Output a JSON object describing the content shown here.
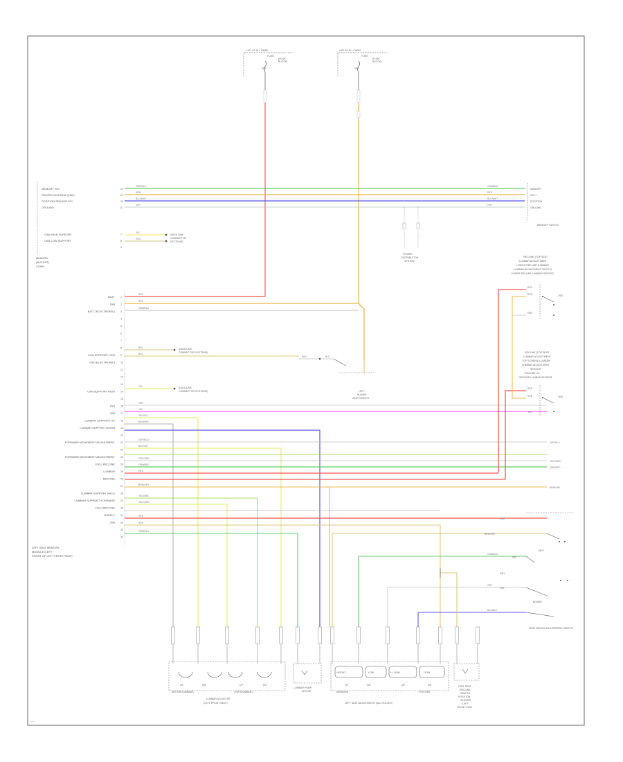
{
  "diagram": {
    "footer_code": "------",
    "fuse_boxes": [
      {
        "lines": [
          "HOT AT ALL TIMES",
          "FUSE",
          "(FUSE",
          "BLOCK)",
          "20A"
        ]
      },
      {
        "lines": [
          "HOT AT ALL TIMES",
          "FUSE",
          "(FUSE",
          "BLOCK)",
          "15A"
        ]
      }
    ],
    "memory_block": {
      "label_lines": [
        "MEMORY",
        "(BUCKET)",
        "CONN"
      ],
      "rows": [
        "MEMORY SIG",
        "DRIVER DATA BUS (CAN)",
        "POSITION SENSOR SIG",
        "GROUND"
      ],
      "pins": [
        "22",
        "23",
        "24",
        "5"
      ],
      "can_rows": [
        "CAN HIGH SUPPORT",
        "CAN LOW SUPPORT"
      ],
      "can_pins": [
        "7",
        "8",
        "9"
      ],
      "can_wires": [
        "YEL",
        "RED"
      ],
      "can_dest": [
        "(DATA LINK",
        "CONNECTOR",
        "SYSTEMS)"
      ]
    },
    "memory_wires": [
      "GRN/BLU",
      "RED",
      "BLU/WHT",
      "GRY"
    ],
    "memory_switch": {
      "name": "MEMORY SWITCH",
      "pins": [
        "MEMORY",
        "SIG 1",
        "POSITION",
        "GROUND"
      ]
    },
    "ground_label": [
      "POWER",
      "DISTRIBUTION",
      "SYSTEM"
    ],
    "module": {
      "name_lines": [
        "LEFT SEAT MEMORY",
        "MODULE (LEFT",
        "FRONT OF LEFT FRONT SEAT)"
      ],
      "pin_numbers": [
        "1",
        "2",
        "3",
        "4",
        "5",
        "6",
        "7",
        "8",
        "9",
        "10",
        "11",
        "12",
        "13",
        "14",
        "15",
        "16",
        "17",
        "18",
        "19",
        "20",
        "21",
        "22",
        "23",
        "24",
        "25",
        "26",
        "27",
        "28",
        "29",
        "30",
        "31",
        "32",
        "33",
        "34"
      ],
      "labels": [
        {
          "text": "BATT",
          "pin": 1
        },
        {
          "text": "IGN",
          "pin": 2
        },
        {
          "text": "BATT (ELECTRONIC)",
          "pin": 3
        },
        {
          "text": "CAN SUPPORT LOW",
          "pin": 9
        },
        {
          "text": "IGN (ELECTRONIC)",
          "pin": 10
        },
        {
          "text": "CAN SUPPORT HIGH",
          "pin": 14
        },
        {
          "text": "IGN",
          "pin": 16
        },
        {
          "text": "IGN",
          "pin": 17
        },
        {
          "text": "LUMBAR SUPPORT UP",
          "pin": 18
        },
        {
          "text": "LUMBAR SUPPORT DOWN",
          "pin": 19
        },
        {
          "text": "FORWARD MOVEMENT ADJUSTMENT",
          "pin": 21
        },
        {
          "text": "FORWARD MOVEMENT ADJUSTMENT",
          "pin": 23
        },
        {
          "text": "FULL RECLINE",
          "pin": 24
        },
        {
          "text": "LUMBAR",
          "pin": 25
        },
        {
          "text": "RECLINE",
          "pin": 26
        },
        {
          "text": "LUMBAR SUPPORT BACK",
          "pin": 28
        },
        {
          "text": "LUMBAR SUPPORT FORWARD",
          "pin": 29
        },
        {
          "text": "FULL RECLINE",
          "pin": 30
        },
        {
          "text": "SUPPLY",
          "pin": 31
        },
        {
          "text": "IGN",
          "pin": 32
        }
      ],
      "can_low_dest": [
        "(DATA LINK",
        "CONNECTOR SYSTEMS)"
      ],
      "can_high_dest": [
        "(DATA LINK",
        "CONNECTOR SYSTEMS)"
      ]
    },
    "wire_colors": {
      "red": "#ff5555",
      "orange": "#e8b84a",
      "tan": "#d9c77a",
      "green": "#66cc66",
      "blue": "#5555ee",
      "magenta": "#ff55ff",
      "yellow": "#e8e860",
      "lightgreen": "#a8e060",
      "gray": "#999999",
      "darkgray": "#666666",
      "border": "#555555"
    },
    "module_wires": [
      "RED",
      "RED",
      "GRN/BLU",
      "BLU",
      "BLU",
      "YEL",
      "GRY",
      "YEL",
      "YEL/BLU",
      "BLK/BRN",
      "GRY/BLU",
      "BLU/YEL",
      "GRY/GRN",
      "GRN/RED",
      "RED",
      "BRN/GRY",
      "YEL/BRN",
      "YEL/GRN",
      "RED",
      "RED",
      "GRN/BLU"
    ],
    "left_switch": {
      "name_lines": [
        "LEFT",
        "POWER",
        "SEAT SWITCH"
      ],
      "wires": [
        "RED",
        "BLK"
      ]
    },
    "right_switch_top": {
      "label_lines": [
        "RECLINE (TOP SEAT",
        "LUMBAR ADJUSTMENT",
        "LOWER RECLINE (LUMBAR",
        "LUMBAR ADJUSTMENT SWITCH",
        "LOWER RECLINE LUMBAR SENSOR"
      ],
      "wires": [
        "RED",
        "RED"
      ],
      "pins": [
        "TBD",
        "GRY"
      ]
    },
    "right_switch_mid": {
      "label_lines": [
        "RECLINE (TOP SEAT",
        "LUMBAR ADJUSTMENT",
        "TOP SCREEN (LUMBAR",
        "LUMBAR ADJUSTMENT",
        "SENSOR",
        "RECLINE UP",
        "SENSOR LUMBAR SENSOR"
      ],
      "wires": [
        "RED",
        "RED"
      ],
      "pins": [
        "TBD",
        "YEL"
      ]
    },
    "right_wire_tags": [
      "GRY/BLU",
      "GRY/GRN",
      "GRN/RED",
      "BRN/GRY",
      "RED",
      "BRN/GRY"
    ],
    "seat_adj_switch": {
      "name": "SEAT HEIGHT ADJUSTMENT SWITCH",
      "wires": [
        "BRN/GRY",
        "GRN/BLU",
        "GRY",
        "YEL/BLU",
        "BLU/BLK"
      ],
      "pins": [
        "MOT",
        "SET",
        "GRY",
        "YEL",
        "BOARD"
      ]
    },
    "lumbar_motors": {
      "motor_names": [
        "MOTOR (LUMBAR)",
        "LOW (LUMBAR)"
      ],
      "pin_labels": [
        "UP",
        "DN",
        "UP",
        "DN"
      ],
      "name_lines": [
        "LUMBAR ADJUSTER",
        "(LEFT FRONT SEAT)"
      ]
    },
    "lumbar_heater": {
      "name_lines": [
        "LUMBAR PUMP",
        "MOTOR"
      ]
    },
    "seat_adj_motors": {
      "motor_names": [
        "HEIGHT",
        "LOW",
        "H. LEAN",
        "LEAN"
      ],
      "pin_labels": [
        "UP",
        "DN",
        "UP",
        "DN"
      ],
      "sub_labels": [
        "(MEMORY",
        "RECLINE"
      ],
      "name_lines": [
        "LEFT SEAT ADJUSTMENT (ALL-ROLLER)"
      ]
    },
    "seat_sensor": {
      "name_lines": [
        "LEFT SEAT",
        "RECLINE",
        "SWITCH",
        "POSITION",
        "SENSOR",
        "LEFT",
        "FRONT SEAT"
      ]
    }
  }
}
